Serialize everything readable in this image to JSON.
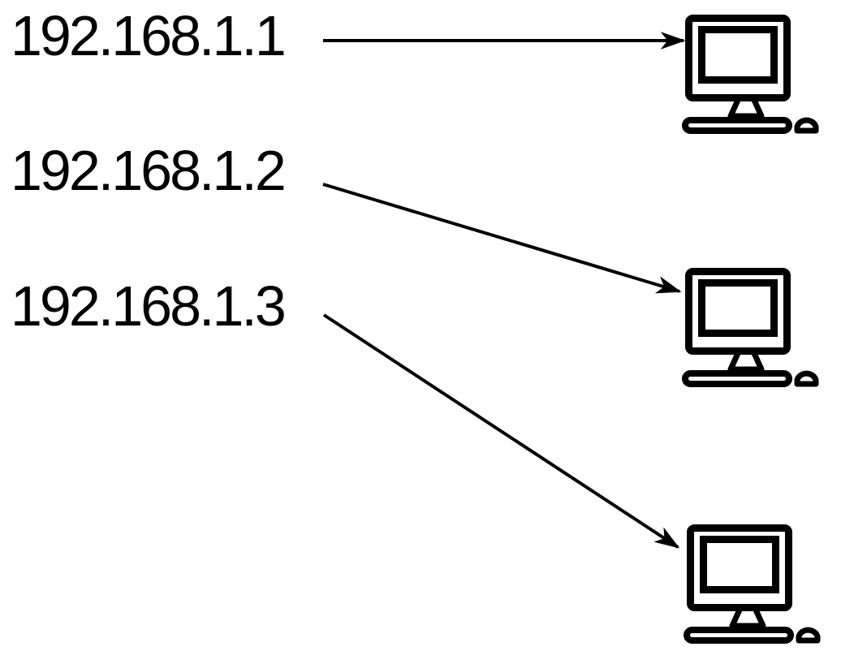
{
  "diagram": {
    "background_color": "#ffffff",
    "ink_color": "#000000",
    "mappings": [
      {
        "ip": "192.168.1.1",
        "target": "computer-1",
        "icon": "desktop-computer-icon",
        "arrow": "horizontal"
      },
      {
        "ip": "192.168.1.2",
        "target": "computer-2",
        "icon": "desktop-computer-icon",
        "arrow": "diagonal-down"
      },
      {
        "ip": "192.168.1.3",
        "target": "computer-3",
        "icon": "desktop-computer-icon",
        "arrow": "diagonal-down-steep"
      }
    ]
  }
}
